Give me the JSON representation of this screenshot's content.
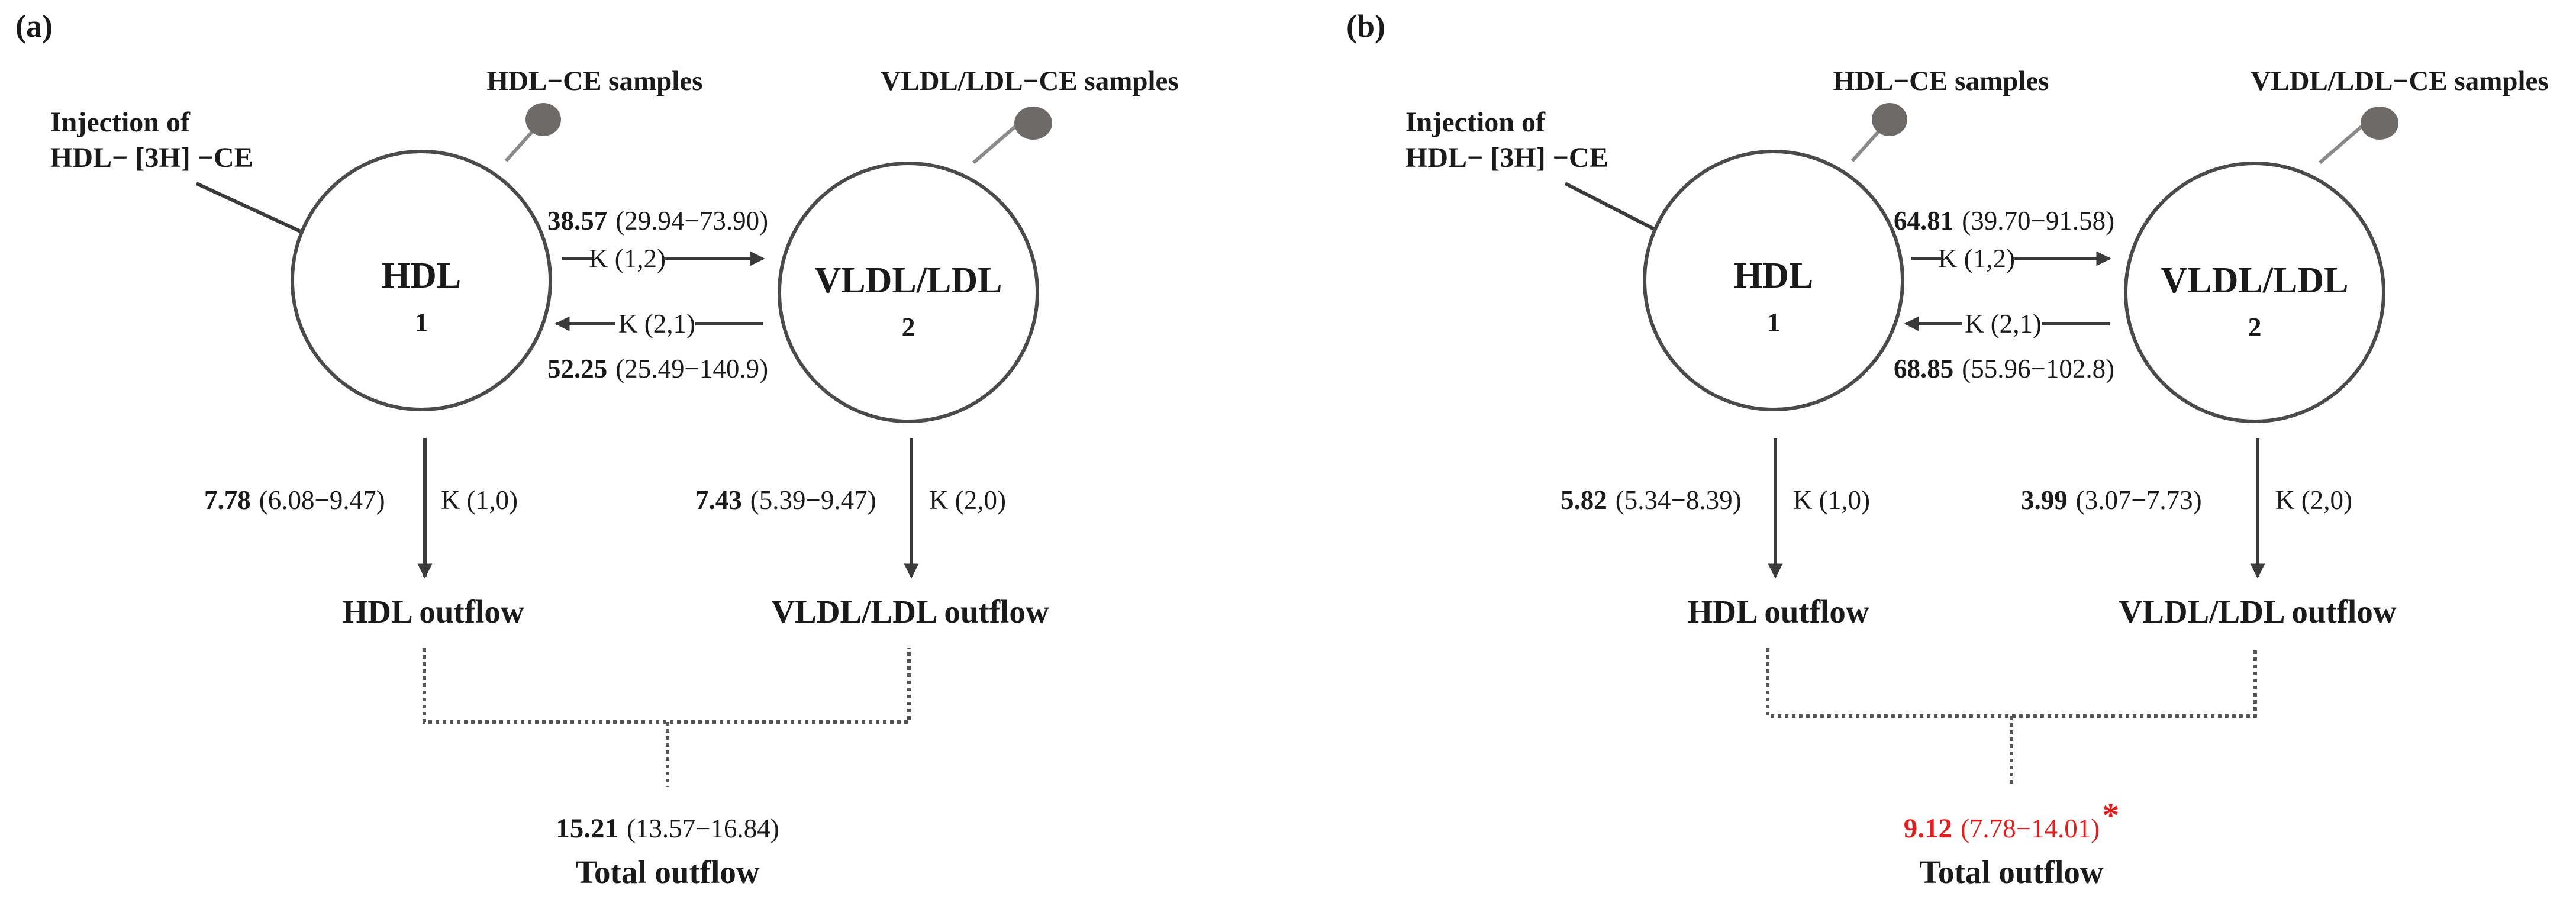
{
  "panels": [
    {
      "label": "(a)",
      "hdl_samples": "HDL−CE samples",
      "vldl_samples": "VLDL/LDL−CE samples",
      "injection_line1": "Injection of",
      "injection_line2": "HDL− [3H] −CE",
      "comp1_name": "HDL",
      "comp1_num": "1",
      "comp2_name": "VLDL/LDL",
      "comp2_num": "2",
      "k12_value": "38.57",
      "k12_range": "(29.94−73.90)",
      "k12_label": "K (1,2)",
      "k21_value": "52.25",
      "k21_range": "(25.49−140.9)",
      "k21_label": "K (2,1)",
      "k10_value": "7.78",
      "k10_range": "(6.08−9.47)",
      "k10_label": "K (1,0)",
      "k20_value": "7.43",
      "k20_range": "(5.39−9.47)",
      "k20_label": "K (2,0)",
      "hdl_outflow": "HDL outflow",
      "vldl_outflow": "VLDL/LDL outflow",
      "total_value": "15.21",
      "total_range": "(13.57−16.84)",
      "total_marker": "",
      "total_label": "Total outflow",
      "total_color": "#1a1a1a"
    },
    {
      "label": "(b)",
      "hdl_samples": "HDL−CE samples",
      "vldl_samples": "VLDL/LDL−CE samples",
      "injection_line1": "Injection of",
      "injection_line2": "HDL− [3H] −CE",
      "comp1_name": "HDL",
      "comp1_num": "1",
      "comp2_name": "VLDL/LDL",
      "comp2_num": "2",
      "k12_value": "64.81",
      "k12_range": "(39.70−91.58)",
      "k12_label": "K (1,2)",
      "k21_value": "68.85",
      "k21_range": "(55.96−102.8)",
      "k21_label": "K (2,1)",
      "k10_value": "5.82",
      "k10_range": "(5.34−8.39)",
      "k10_label": "K (1,0)",
      "k20_value": "3.99",
      "k20_range": "(3.07−7.73)",
      "k20_label": "K (2,0)",
      "hdl_outflow": "HDL outflow",
      "vldl_outflow": "VLDL/LDL outflow",
      "total_value": "9.12",
      "total_range": "(7.78−14.01)",
      "total_marker": "*",
      "total_label": "Total outflow",
      "total_color": "#e02020"
    }
  ]
}
